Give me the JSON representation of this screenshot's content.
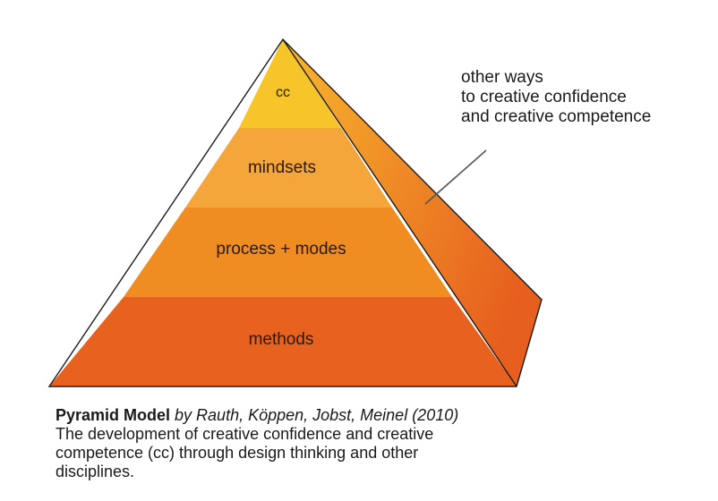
{
  "pyramid": {
    "layers": [
      {
        "label": "cc",
        "color": "#f6c52a"
      },
      {
        "label": "mindsets",
        "color": "#f4a63a"
      },
      {
        "label": "process + modes",
        "color": "#ef8c22"
      },
      {
        "label": "methods",
        "color": "#e7621f"
      }
    ],
    "side_colors": {
      "light": "#f7b62e",
      "dark": "#e65f1e"
    }
  },
  "annotation": {
    "lines": [
      "other ways",
      "to creative confidence",
      "and  creative competence"
    ]
  },
  "caption": {
    "title": "Pyramid Model",
    "authors": " by Rauth, Köppen, Jobst, Meinel (2010)",
    "description_lines": [
      "The development of creative confidence and creative",
      "competence (cc) through design thinking and other",
      "disciplines."
    ]
  }
}
